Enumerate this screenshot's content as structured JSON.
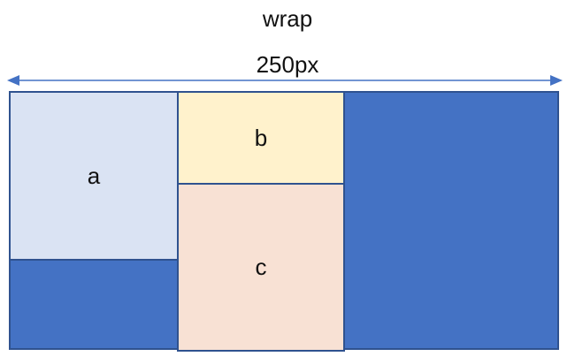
{
  "diagram": {
    "title": "wrap",
    "width_label": "250px",
    "colors": {
      "wrap_fill": "#4472C4",
      "wrap_border": "#2F528F",
      "box_a": "#DAE3F3",
      "box_b": "#FFF2CC",
      "box_c": "#F8E1D4",
      "arrow": "#4472C4"
    },
    "boxes": [
      {
        "label": "a"
      },
      {
        "label": "b"
      },
      {
        "label": "c"
      }
    ]
  }
}
